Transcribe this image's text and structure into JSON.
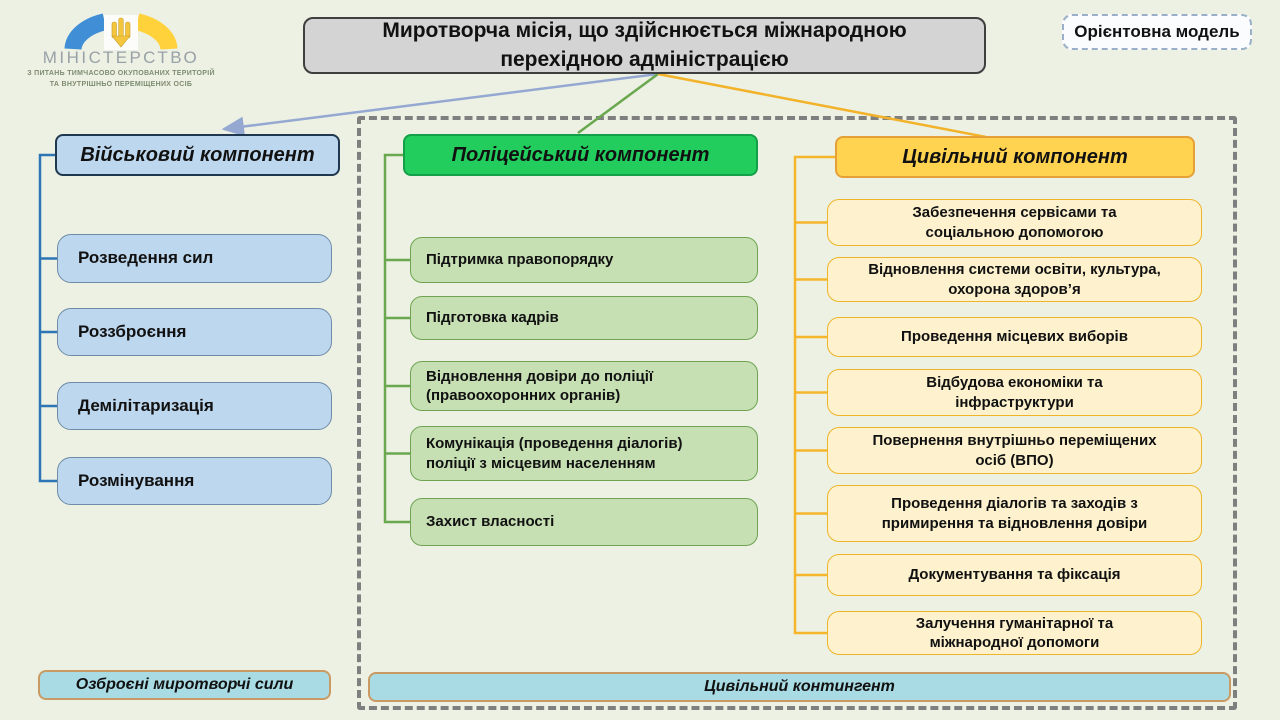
{
  "ministry": {
    "name": "МІНІСТЕРСТВО",
    "subtitle1": "З ПИТАНЬ ТИМЧАСОВО ОКУПОВАНИХ ТЕРИТОРІЙ",
    "subtitle2": "ТА ВНУТРІШНЬО ПЕРЕМІЩЕНИХ ОСІБ"
  },
  "title": "Миротворча місія, що здійснюється міжнародною\nперехідною адміністрацією",
  "model_badge": "Орієнтовна модель",
  "military": {
    "header": "Військовий компонент",
    "items": [
      "Розведення сил",
      "Роззброєння",
      "Демілітаризація",
      "Розмінування"
    ],
    "footer_badge": "Озброєні миротворчі сили"
  },
  "police": {
    "header": "Поліцейський компонент",
    "items": [
      "Підтримка правопорядку",
      "Підготовка кадрів",
      "Відновлення довіри до поліції\n(правоохоронних органів)",
      "Комунікація (проведення діалогів)\nполіції з місцевим населенням",
      "Захист власності"
    ]
  },
  "civil": {
    "header": "Цивільний компонент",
    "items": [
      "Забезпечення сервісами та\nсоціальною допомогою",
      "Відновлення системи освіти, культура,\nохорона здоров’я",
      "Проведення місцевих виборів",
      "Відбудова економіки та\nінфраструктури",
      "Повернення внутрішньо переміщених\nосіб (ВПО)",
      "Проведення діалогів та заходів з\nпримирення та відновлення довіри",
      "Документування та фіксація",
      "Залучення гуманітарної та\nміжнародної допомоги"
    ],
    "footer_badge": "Цивільний контингент"
  },
  "colors": {
    "background": "#edf1e3",
    "title_fill": "#d4d4d4",
    "military_fill": "#bdd7ee",
    "military_accent": "#2e75b6",
    "police_header_fill": "#22cd5e",
    "police_item_fill": "#c6e0b4",
    "police_accent": "#6aa84f",
    "civil_header_fill": "#ffd24f",
    "civil_item_fill": "#fdf2cd",
    "civil_accent": "#f2b32b",
    "badge_fill": "#a9dbe4",
    "logo_blue": "#3f8ed6",
    "logo_yellow": "#ffd23b"
  }
}
